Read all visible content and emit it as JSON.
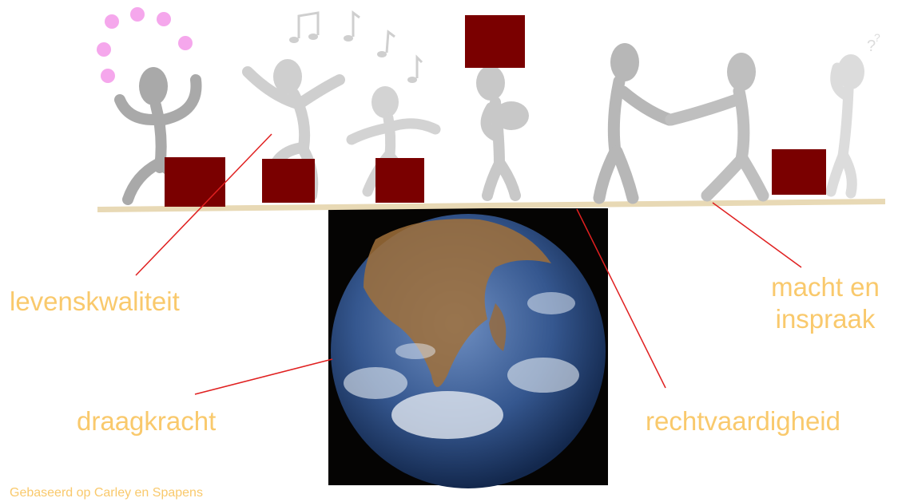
{
  "labels": {
    "quality_of_life": "levenskwaliteit",
    "carrying_capacity": "draagkracht",
    "power_line1": "macht en",
    "power_line2": "inspraak",
    "justice": "rechtvaardigheid"
  },
  "credit": "Gebaseerd op Carley en Spapens",
  "colors": {
    "label": "#f9c96c",
    "box": "#7a0000",
    "pointer": "#e02020",
    "plank": "#e8d9b5",
    "figure": "#bdbdbd",
    "juggling_ball": "#f5a7ec"
  },
  "icons": [
    "juggler-figure-icon",
    "dancer-figure-icon",
    "kid-figure-icon",
    "parent-with-baby-icon",
    "handshake-figures-icon",
    "thinking-figure-icon",
    "music-notes-icon",
    "earth-globe"
  ]
}
